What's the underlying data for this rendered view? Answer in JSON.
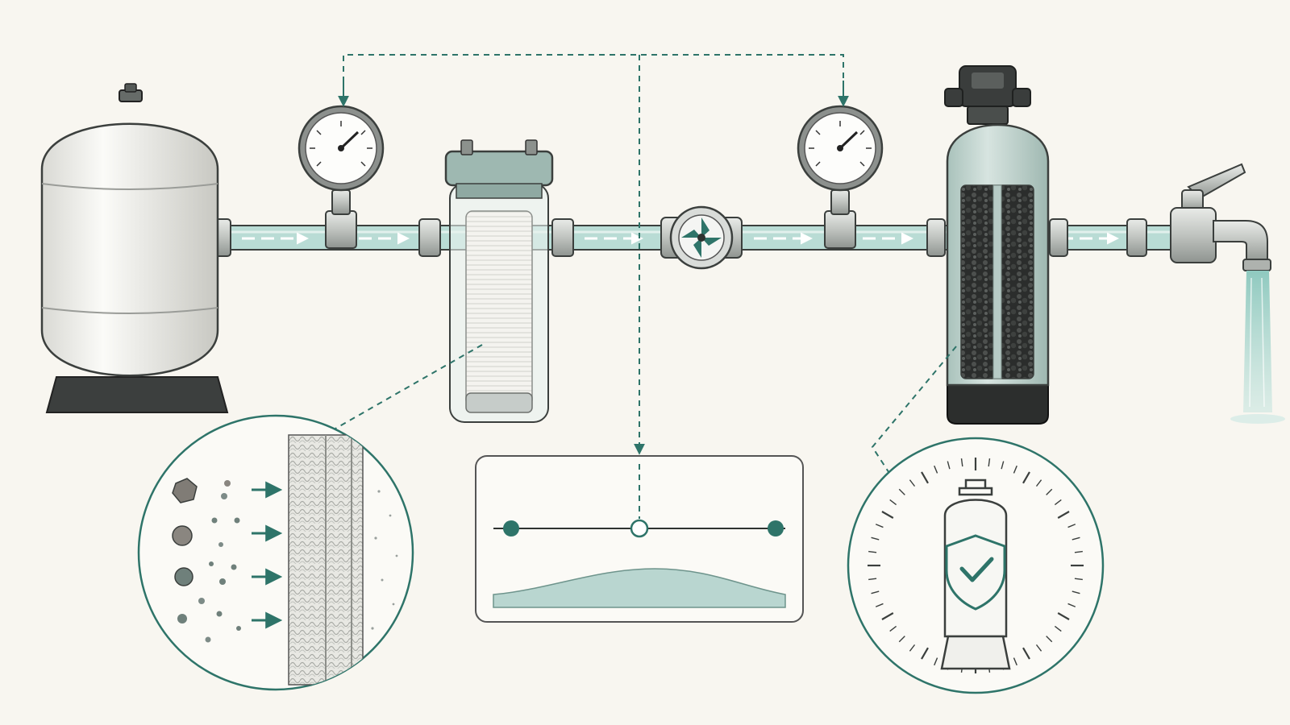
{
  "colors": {
    "background": "#f8f6f0",
    "accent": "#2e7469",
    "pipe_water": "#b9dcd5",
    "tank_body": "#eeeee9",
    "housing_cap": "#9eb8b1",
    "media_dark": "#2a2c2b",
    "metal": "#c9ccc8",
    "outline": "#3b3f3d"
  },
  "icons": {
    "tank": "pressure-tank-icon",
    "gauge": "pressure-gauge-icon",
    "filter": "sediment-filter-icon",
    "flow_meter": "flow-meter-icon",
    "carbon_tank": "carbon-filter-tank-icon",
    "faucet": "faucet-icon",
    "shield": "shield-check-icon"
  },
  "flow_direction": "left-to-right",
  "flow_profile": {
    "line_markers": 3,
    "curve": "rise-and-fall"
  }
}
